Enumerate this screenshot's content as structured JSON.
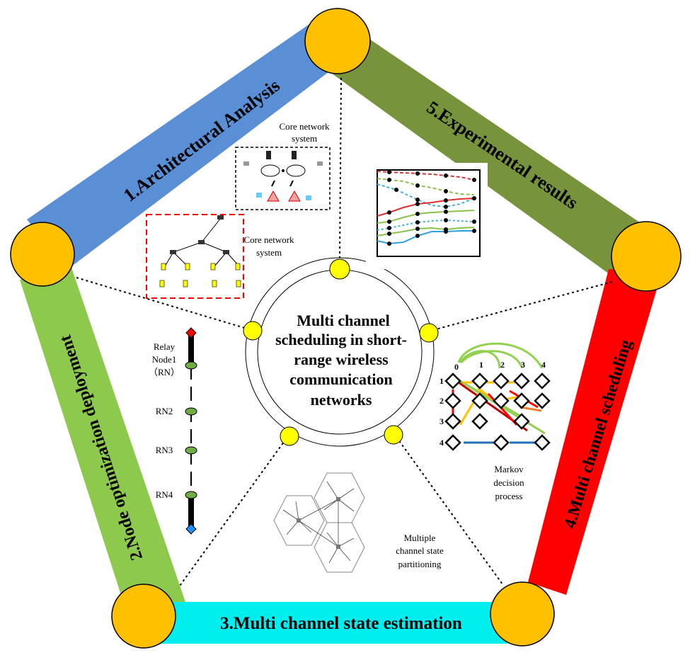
{
  "edges": {
    "e1": "1.Architectural Analysis",
    "e2": "2.Node optimization deployment",
    "e3": "3.Multi channel state estimation",
    "e4": "4.Multi channel scheduling",
    "e5": "5.Experimental results"
  },
  "center": {
    "line1": "Multi channel",
    "line2": "scheduling in short-",
    "line3": "range wireless",
    "line4": "communication",
    "line5": "networks"
  },
  "panels": {
    "core_top_l1": "Core network",
    "core_top_l2": "system",
    "core_side_l1": "Core network",
    "core_side_l2": "system",
    "relay_l1": "Relay",
    "relay_l2": "Node1",
    "relay_l3": "（RN）",
    "rn2": "RN2",
    "rn3": "RN3",
    "rn4": "RN4",
    "markov_l1": "Markov",
    "markov_l2": "decision",
    "markov_l3": "process",
    "mcs_l1": "Multiple",
    "mcs_l2": "channel state",
    "mcs_l3": "partitioning"
  },
  "markov": {
    "cols": [
      "0",
      "1",
      "2",
      "3",
      "4"
    ],
    "rows": [
      "1",
      "2",
      "3",
      "4"
    ]
  },
  "colors": {
    "edge1": "#5a8fd6",
    "edge2": "#8cc94c",
    "edge3": "#00eeee",
    "edge4": "#ff0000",
    "edge5": "#77933c",
    "vertex": "#ffc000",
    "small_node": "#ffff00"
  }
}
